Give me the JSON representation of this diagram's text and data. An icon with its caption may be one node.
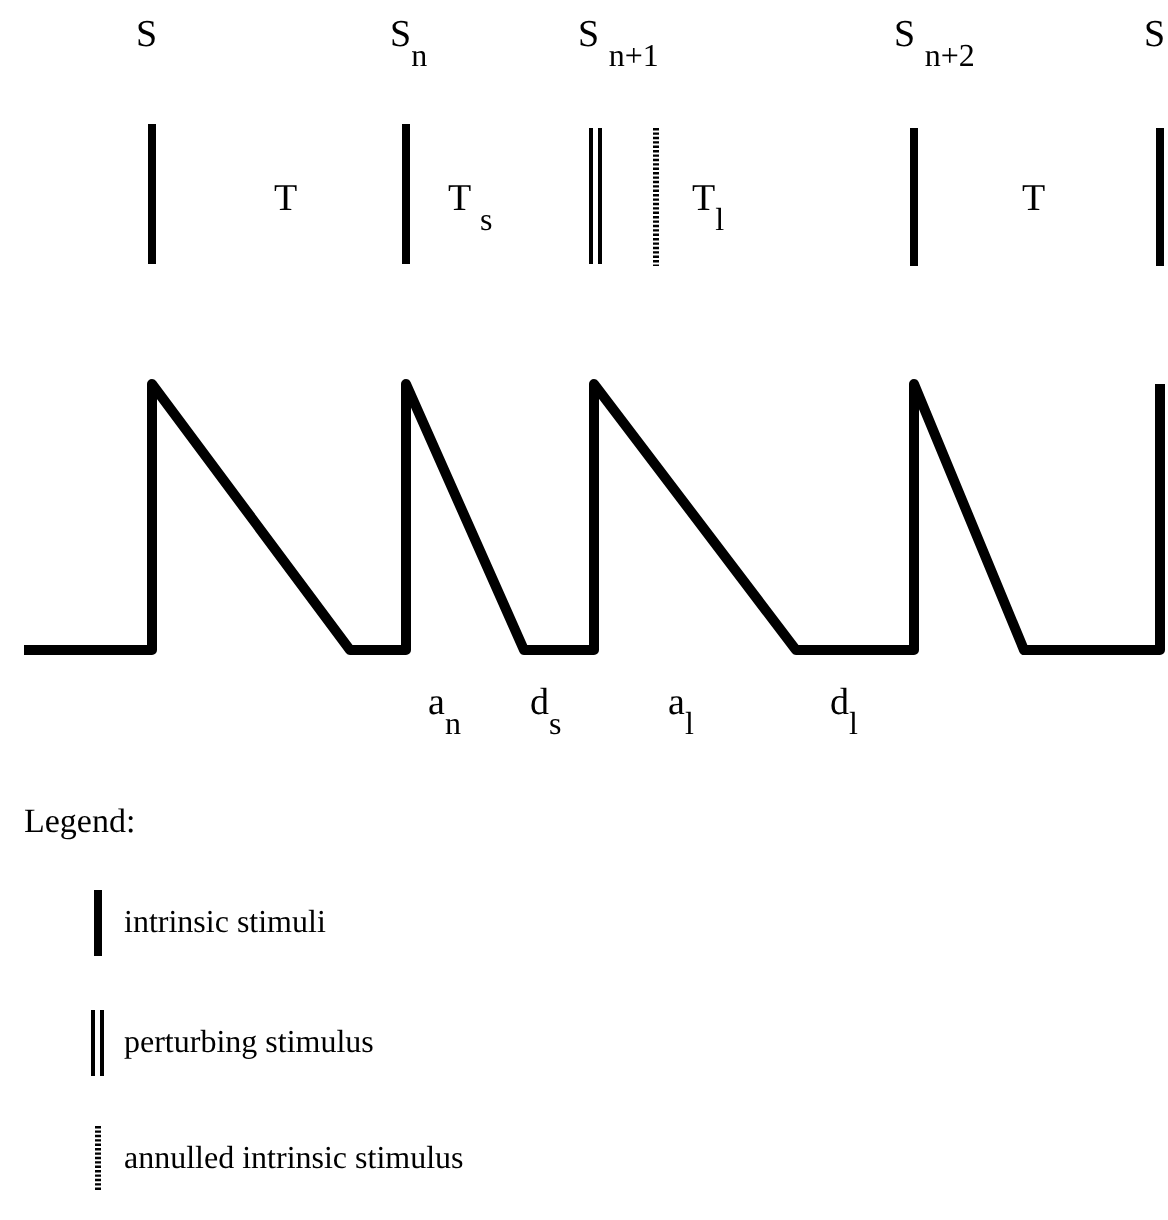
{
  "diagram": {
    "labels": [
      "S",
      "S$_{n}$",
      "S $_{n+1}$",
      "S $_{n+2}$",
      "S",
      "T",
      "T $_{s}$",
      "T$_{l}$",
      "T",
      "a$_{n}$",
      "d$_{s}$",
      "a$_{l}$",
      "d$_{l}$",
      "Legend:"
    ],
    "legend": [
      {
        "text": "intrinsic stimuli"
      },
      {
        "text": "perturbing stimulus"
      },
      {
        "text": "annulled intrinsic stimulus"
      }
    ]
  }
}
